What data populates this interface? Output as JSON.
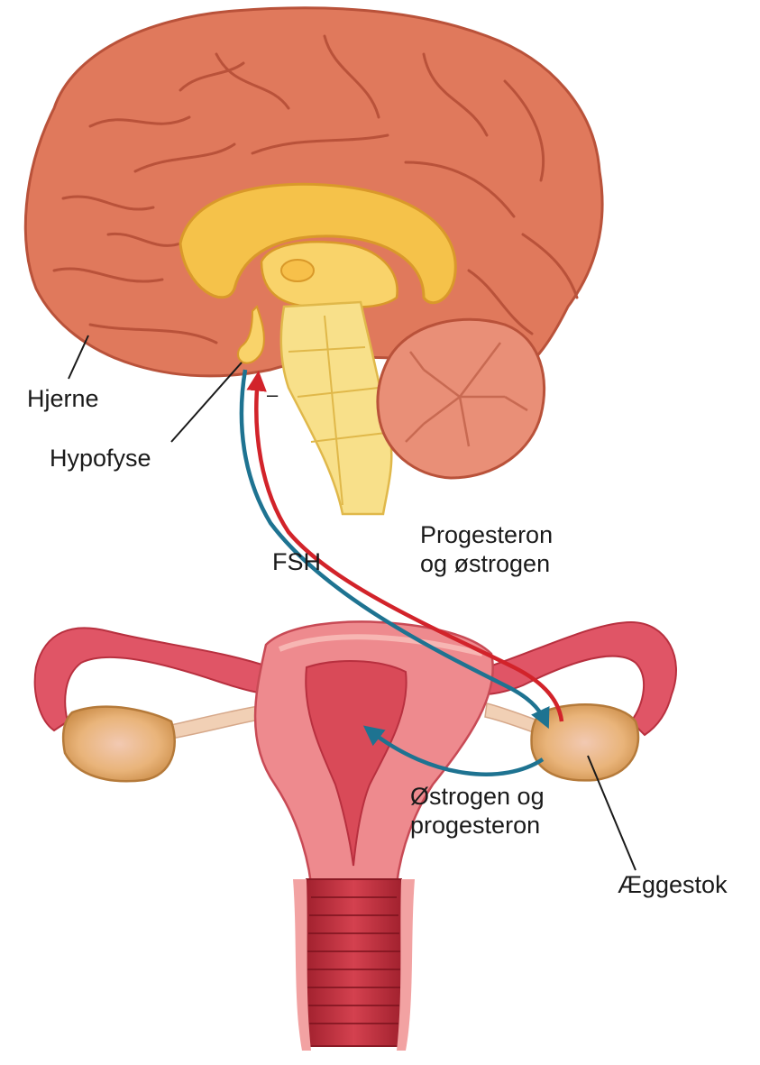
{
  "labels": {
    "brain": "Hjerne",
    "pituitary": "Hypofyse",
    "fsh": "FSH",
    "feedback_top": [
      "Progesteron",
      "og østrogen"
    ],
    "ovary_hormones": [
      "Østrogen og",
      "progesteron"
    ],
    "ovary": "Æggestok",
    "minus_sign": "–"
  },
  "colors": {
    "brain_fill": "#e0795c",
    "brain_dark": "#b9523a",
    "inner_brain": "#f5c24a",
    "brainstem": "#f8e08a",
    "cerebellum": "#e98f77",
    "uterus_fill": "#e05566",
    "uterus_light": "#f29a9c",
    "ovary_fill": "#e6b471",
    "arrow_fsh": "#1e7391",
    "arrow_hormone": "#d2232a",
    "text": "#1a1a1a"
  }
}
